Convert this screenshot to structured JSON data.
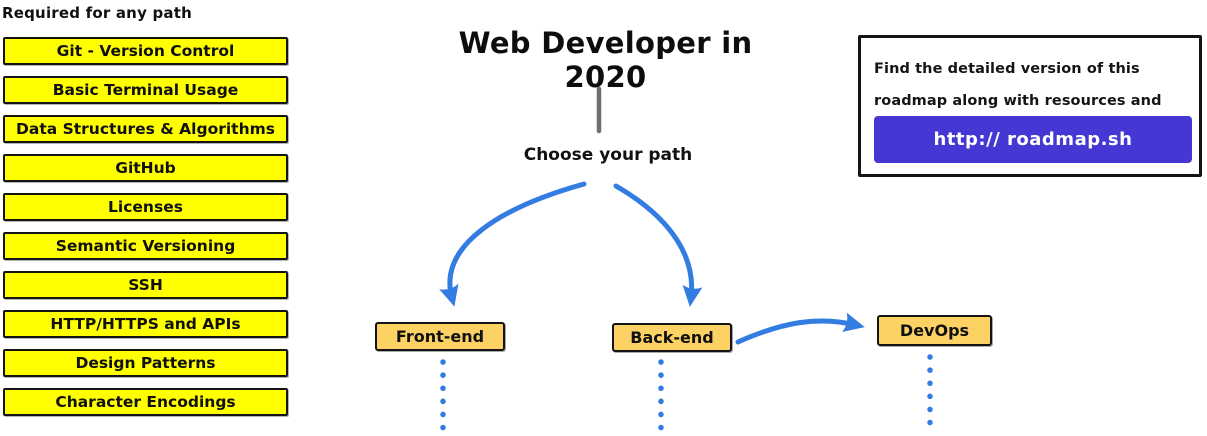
{
  "page": {
    "title": "Web Developer in 2020"
  },
  "sidebar": {
    "heading": "Required for any path",
    "items": [
      "Git - Version Control",
      "Basic Terminal Usage",
      "Data Structures & Algorithms",
      "GitHub",
      "Licenses",
      "Semantic Versioning",
      "SSH",
      "HTTP/HTTPS and APIs",
      "Design Patterns",
      "Character Encodings"
    ]
  },
  "flow": {
    "choose_label": "Choose your path",
    "paths": [
      {
        "label": "Front-end"
      },
      {
        "label": "Back-end"
      },
      {
        "label": "DevOps"
      }
    ]
  },
  "info_box": {
    "text": "Find the detailed version of this roadmap along with resources and other roadmaps",
    "button_label": "http:// roadmap.sh"
  },
  "colors": {
    "topic_yellow": "#ffff00",
    "path_amber": "#fcd264",
    "arrow_blue": "#337ce2",
    "button_purple": "#4437d4",
    "stem_gray": "#6f6f6f"
  }
}
